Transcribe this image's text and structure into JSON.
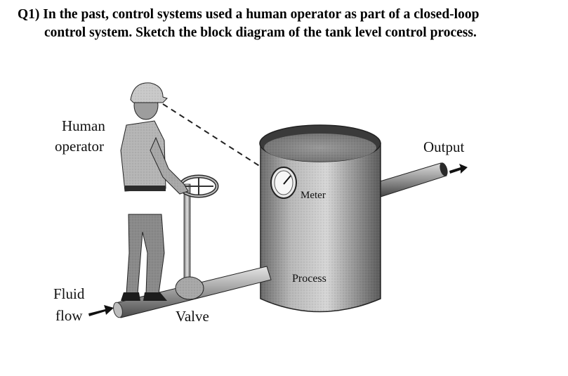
{
  "question": {
    "line1": "Q1) In the past, control systems used a human operator as part of a closed-loop",
    "line2": "control system. Sketch the block diagram of the tank level control process."
  },
  "figure": {
    "labels": {
      "human_operator_line1": "Human",
      "human_operator_line2": "operator",
      "output": "Output",
      "fluid_flow_line1": "Fluid",
      "fluid_flow_line2": "flow",
      "valve": "Valve",
      "meter": "Meter",
      "process": "Process"
    }
  }
}
